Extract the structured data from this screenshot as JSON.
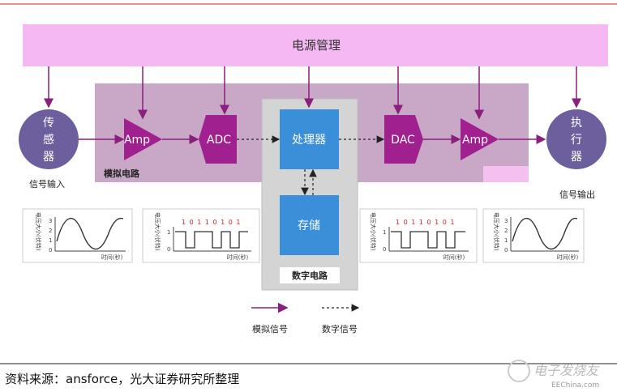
{
  "power": {
    "label": "电源管理"
  },
  "analog_region": {
    "label": "模拟电路"
  },
  "digital_region": {
    "label": "数字电路"
  },
  "sensor": {
    "label_lines": [
      "传",
      "感",
      "器"
    ],
    "caption": "信号输入"
  },
  "actuator": {
    "label_lines": [
      "执",
      "行",
      "器"
    ],
    "caption": "信号输出"
  },
  "blocks": {
    "amp_in": "Amp",
    "adc": "ADC",
    "processor": "处理器",
    "storage": "存储",
    "dac": "DAC",
    "amp_out": "Amp"
  },
  "mini_charts": {
    "analog_left": {
      "y_label": "电压大小(伏特)",
      "x_label": "时间(秒)",
      "ticks": [
        "3",
        "2",
        "1",
        "0"
      ]
    },
    "digital_left": {
      "y_label": "电压大小(伏特)",
      "x_label": "时间(秒)",
      "ticks": [
        "1",
        "0"
      ],
      "bits": "1 0 1 1 0 1 0 1"
    },
    "digital_right": {
      "y_label": "电压大小(伏特)",
      "x_label": "时间(秒)",
      "ticks": [
        "1",
        "0"
      ],
      "bits": "1 0 1 1 0 1 0 1"
    },
    "analog_right": {
      "y_label": "电压大小(伏特)",
      "x_label": "时间(秒)",
      "ticks": [
        "3",
        "2",
        "1",
        "0"
      ]
    }
  },
  "legend": {
    "analog": "模拟信号",
    "digital": "数字信号"
  },
  "source": "资料来源：ansforce，光大证券研究所整理",
  "watermark": {
    "main": "电子发烧友",
    "sub": "EEChina.com"
  },
  "colors": {
    "power_bar": "#f5b8f3",
    "analog_bg": "#c9a7c7",
    "digital_bg": "#d4d4d4",
    "block_blue": "#3b8fd9",
    "block_purple": "#a1208f",
    "circle": "#6d5e9e",
    "arrow": "#8a1f7e"
  }
}
